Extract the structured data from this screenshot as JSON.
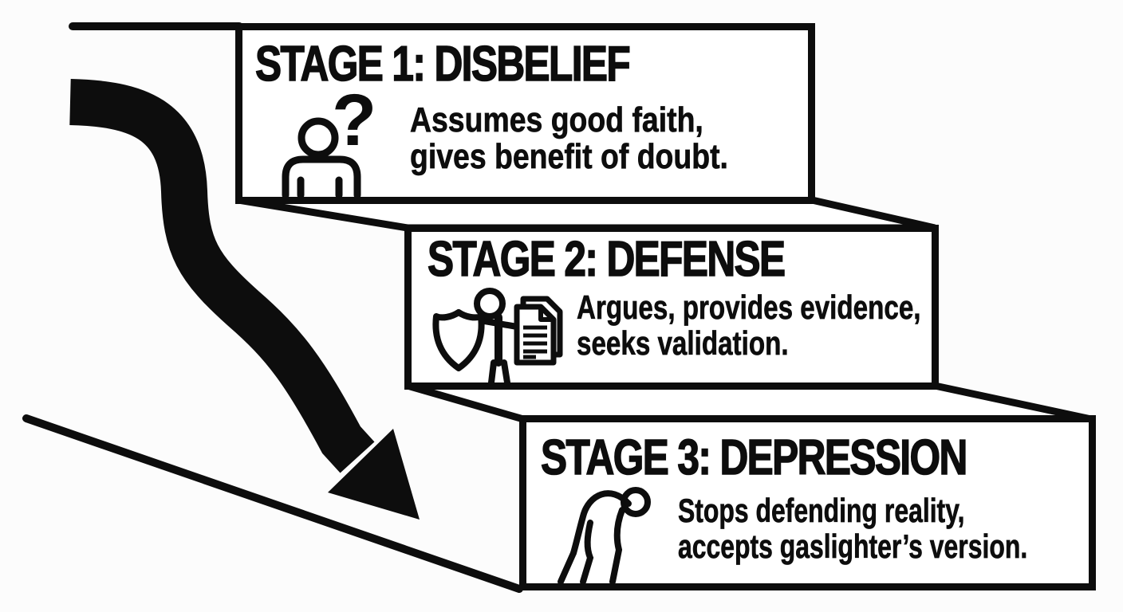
{
  "colors": {
    "ink": "#0d0d0d",
    "paper": "#fcfcfc",
    "panel": "#ffffff"
  },
  "decorations": {
    "top_floor_line": "horizontal-floor-line",
    "descent_arrow": "thick-s-curve-arrow-down-right",
    "floor_slope_line": "diagonal-descent-floor-line",
    "stair_treads": "perspective-step-treads"
  },
  "stages": [
    {
      "title": "STAGE 1: DISBELIEF",
      "icon": "person-question-icon",
      "icon_glyph": "?",
      "line1": "Assumes good faith,",
      "line2": "gives benefit of doubt."
    },
    {
      "title": "STAGE 2: DEFENSE",
      "icon": "shield-person-documents-icon",
      "line1": "Argues, provides evidence,",
      "line2": "seeks validation."
    },
    {
      "title": "STAGE 3: DEPRESSION",
      "icon": "hunched-person-icon",
      "line1": "Stops defending reality,",
      "line2": "accepts gaslighter’s version."
    }
  ]
}
